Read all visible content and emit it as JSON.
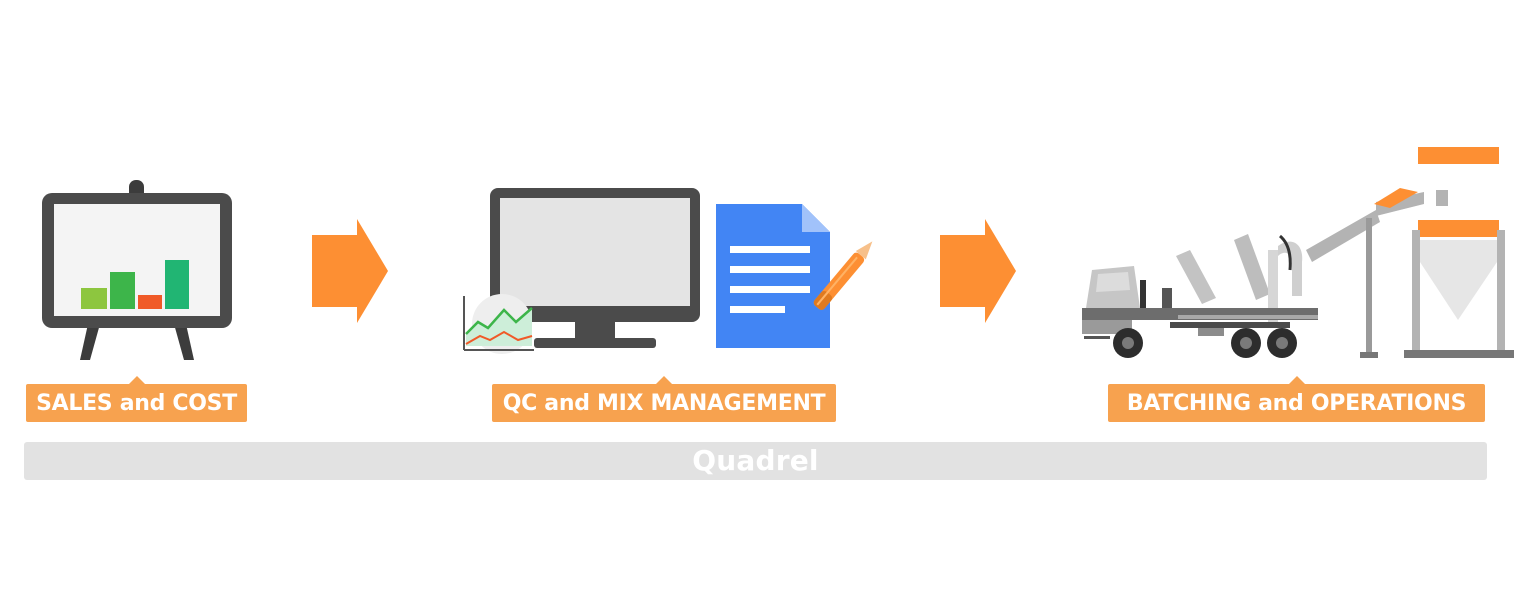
{
  "stages": [
    {
      "label": "SALES and COST",
      "icon": "presentation-board-icon"
    },
    {
      "label": "QC and MIX MANAGEMENT",
      "icon": "monitor-document-icon"
    },
    {
      "label": "BATCHING and OPERATIONS",
      "icon": "mixer-truck-batch-plant-icon"
    }
  ],
  "platform": {
    "label": "Quadrel"
  },
  "colors": {
    "accent_orange": "#f7a24f",
    "arrow_orange": "#fd8f33",
    "platform_gray": "#e2e2e2",
    "frame_dark": "#4b4b4b",
    "document_blue": "#4285f4",
    "bar_green": "#3db54a",
    "bar_red": "#f05a28"
  }
}
